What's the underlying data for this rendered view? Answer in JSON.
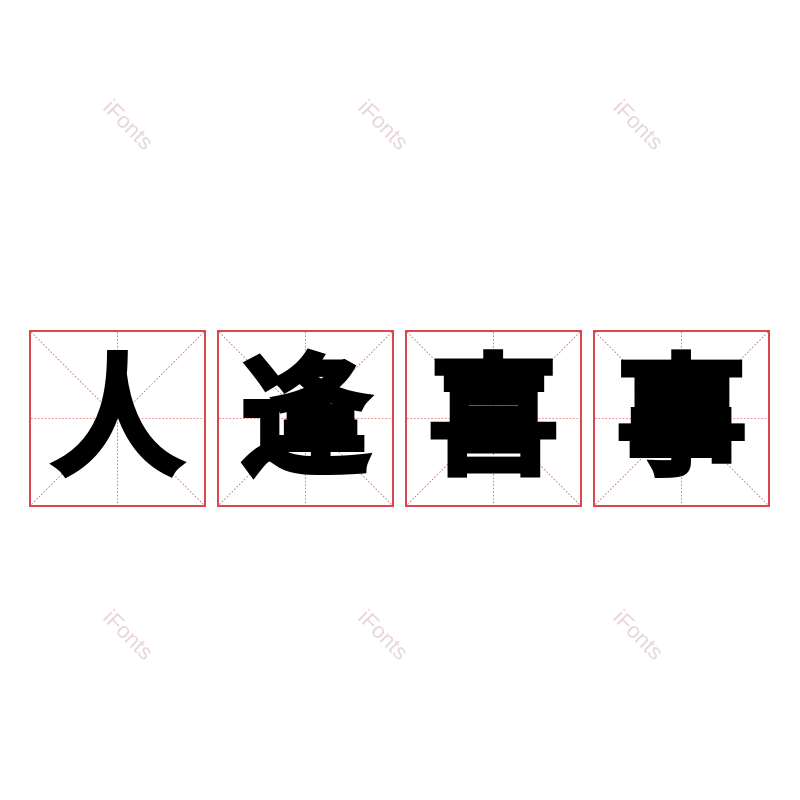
{
  "watermark": "iFonts",
  "characters": [
    "人",
    "逢",
    "喜",
    "事"
  ],
  "colors": {
    "grid": "#d9484f",
    "text": "#000000",
    "watermark": "#e8d6dc"
  }
}
